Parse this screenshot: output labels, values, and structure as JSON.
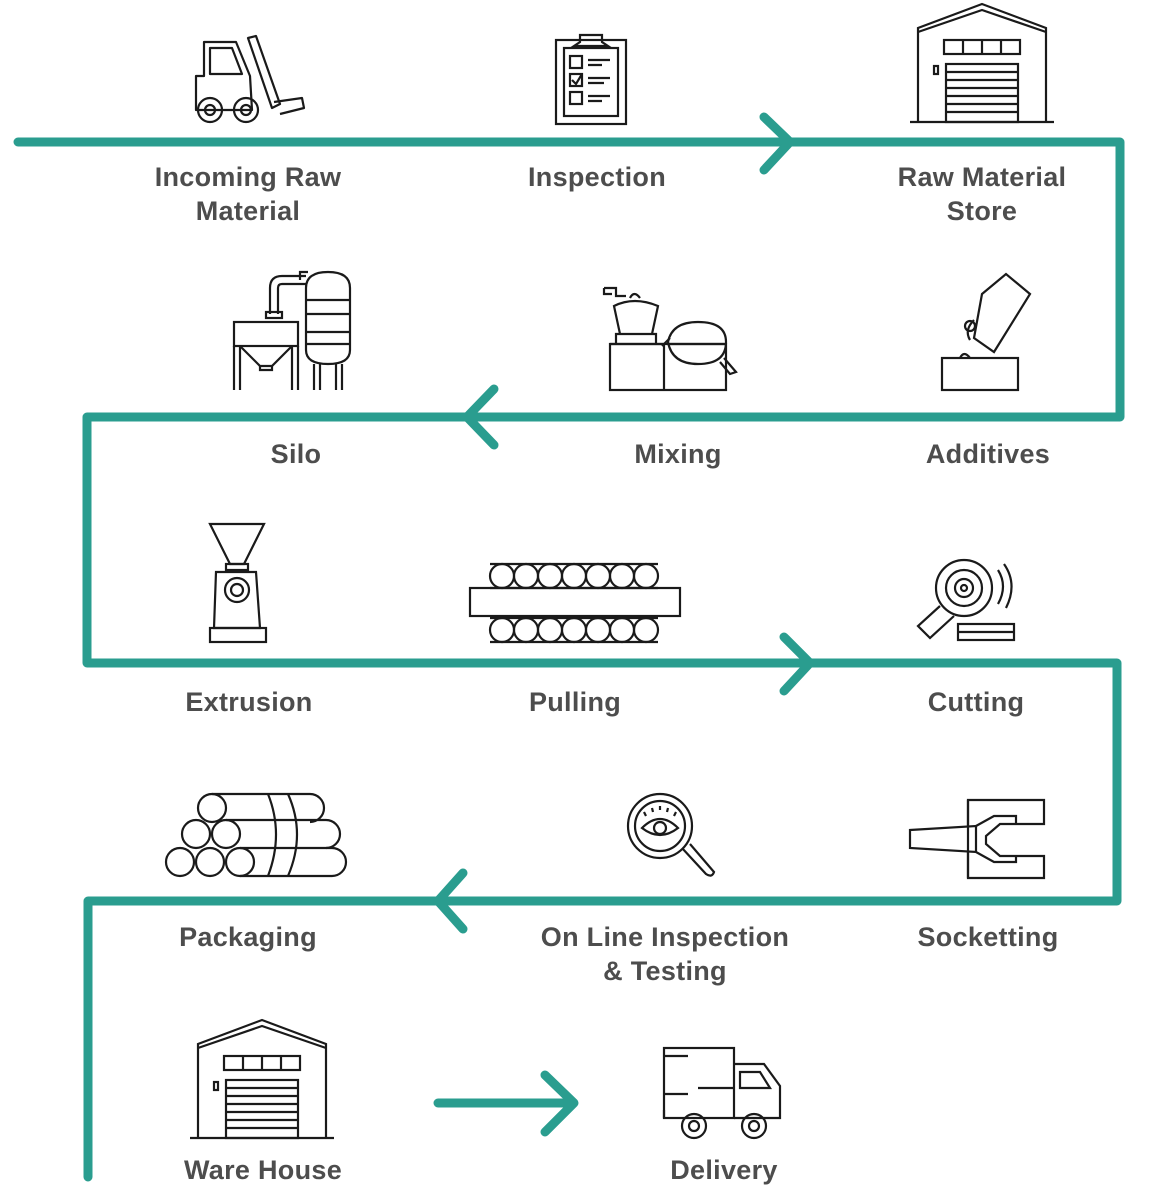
{
  "steps": [
    {
      "id": "incoming",
      "lines": [
        "Incoming Raw",
        "Material"
      ],
      "icon": "forklift-icon"
    },
    {
      "id": "inspection",
      "lines": [
        "Inspection"
      ],
      "icon": "clipboard-checklist-icon"
    },
    {
      "id": "raw-store",
      "lines": [
        "Raw Material",
        "Store"
      ],
      "icon": "warehouse-icon"
    },
    {
      "id": "silo",
      "lines": [
        "Silo"
      ],
      "icon": "silo-icon"
    },
    {
      "id": "mixing",
      "lines": [
        "Mixing"
      ],
      "icon": "mixer-machine-icon"
    },
    {
      "id": "additives",
      "lines": [
        "Additives"
      ],
      "icon": "additive-pour-icon"
    },
    {
      "id": "extrusion",
      "lines": [
        "Extrusion"
      ],
      "icon": "extruder-icon"
    },
    {
      "id": "pulling",
      "lines": [
        "Pulling"
      ],
      "icon": "puller-rollers-icon"
    },
    {
      "id": "cutting",
      "lines": [
        "Cutting"
      ],
      "icon": "cutting-saw-icon"
    },
    {
      "id": "packaging",
      "lines": [
        "Packaging"
      ],
      "icon": "pipe-bundle-icon"
    },
    {
      "id": "online-inspection",
      "lines": [
        "On Line Inspection",
        "& Testing"
      ],
      "icon": "magnifier-eye-icon"
    },
    {
      "id": "socketting",
      "lines": [
        "Socketting"
      ],
      "icon": "socket-mold-icon"
    },
    {
      "id": "warehouse",
      "lines": [
        "Ware House"
      ],
      "icon": "warehouse-icon"
    },
    {
      "id": "delivery",
      "lines": [
        "Delivery"
      ],
      "icon": "delivery-truck-icon"
    }
  ],
  "colors": {
    "flow": "#2a9d8f",
    "icon_stroke": "#1a1a1a",
    "label": "#4d4d4d"
  }
}
